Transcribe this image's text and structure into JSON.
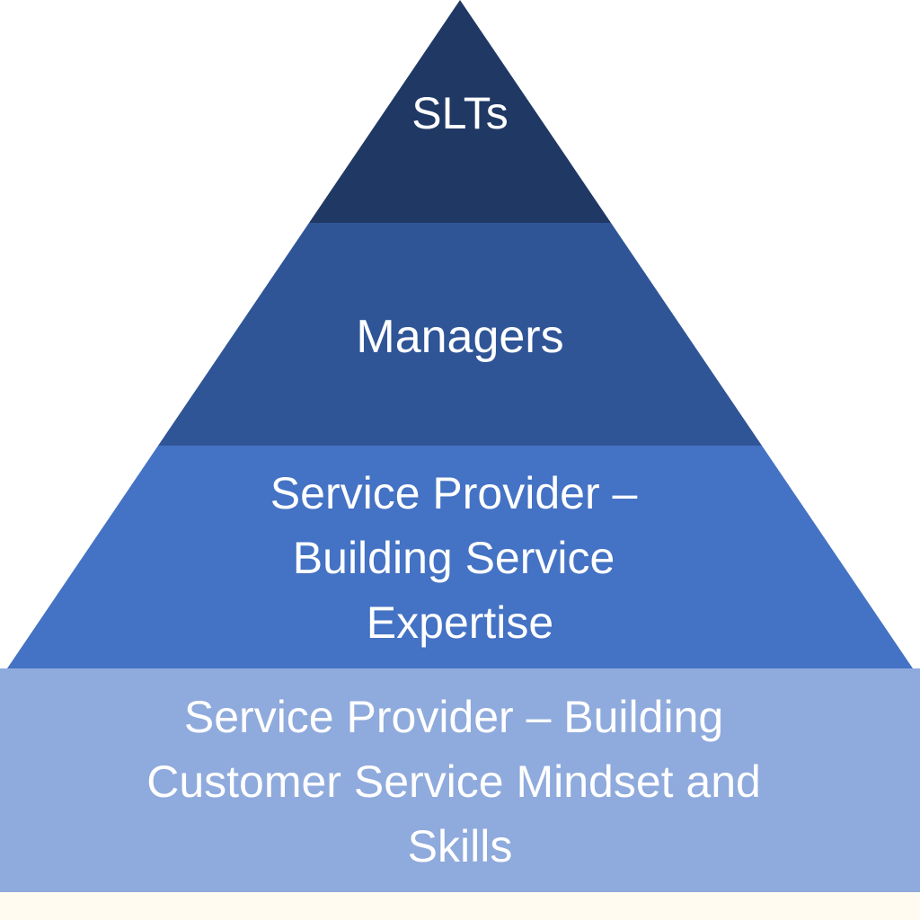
{
  "pyramid": {
    "levels": [
      {
        "lines": [
          "SLTs"
        ],
        "color": "#203864"
      },
      {
        "lines": [
          "Managers"
        ],
        "color": "#2f5597"
      },
      {
        "lines": [
          "Service Provider –",
          "Building Service",
          "Expertise"
        ],
        "color": "#4472c4"
      },
      {
        "lines": [
          "Service Provider – Building",
          "Customer Service Mindset and",
          "Skills"
        ],
        "color": "#8faadc"
      }
    ]
  },
  "background_colors": {
    "page": "#ffffff",
    "bottom_strip": "#fffbf0"
  }
}
